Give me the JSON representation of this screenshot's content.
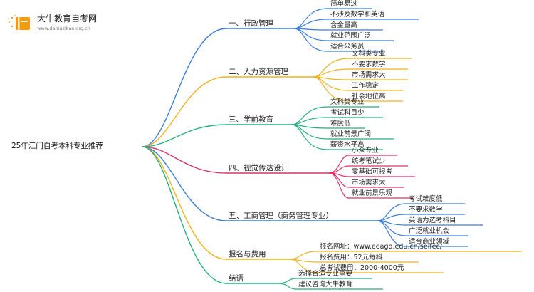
{
  "logo": {
    "title": "大牛教育自考网",
    "url": "www.daniuzikao.org.cn"
  },
  "root": {
    "label": "25年江门自考本科专业推荐"
  },
  "branches": [
    {
      "label": "一、行政管理",
      "color": "#3b7ddd",
      "children": [
        "简单易过",
        "不涉及数学和英语",
        "含金量高",
        "就业范围广泛",
        "适合公务员"
      ]
    },
    {
      "label": "二、人力资源管理",
      "color": "#f2b21b",
      "children": [
        "文科类专业",
        "不要求数学",
        "市场需求大",
        "工作稳定",
        "社会地位高"
      ]
    },
    {
      "label": "三、学前教育",
      "color": "#22b07d",
      "children": [
        "文科类专业",
        "考试科目少",
        "难度低",
        "就业前景广阔",
        "薪资水平高"
      ]
    },
    {
      "label": "四、视觉传达设计",
      "color": "#e0306a",
      "children": [
        "小众专业",
        "统考笔试少",
        "零基础可报考",
        "市场需求大",
        "就业前景乐观"
      ]
    },
    {
      "label": "五、工商管理（商务管理专业）",
      "color": "#3b7ddd",
      "children": [
        "考试难度低",
        "不要求数学",
        "英语为选考科目",
        "广泛就业机会",
        "适合商业领域"
      ]
    },
    {
      "label": "报名与费用",
      "color": "#f2b21b",
      "children": [
        "报名网址：www.eeagd.edu.cn/selfec/",
        "报名费用：52元每科",
        "总考试费用：2000-4000元"
      ]
    },
    {
      "label": "结语",
      "color": "#22b07d",
      "children": [
        "选择合适专业重要",
        "建议咨询大牛教育"
      ]
    }
  ]
}
